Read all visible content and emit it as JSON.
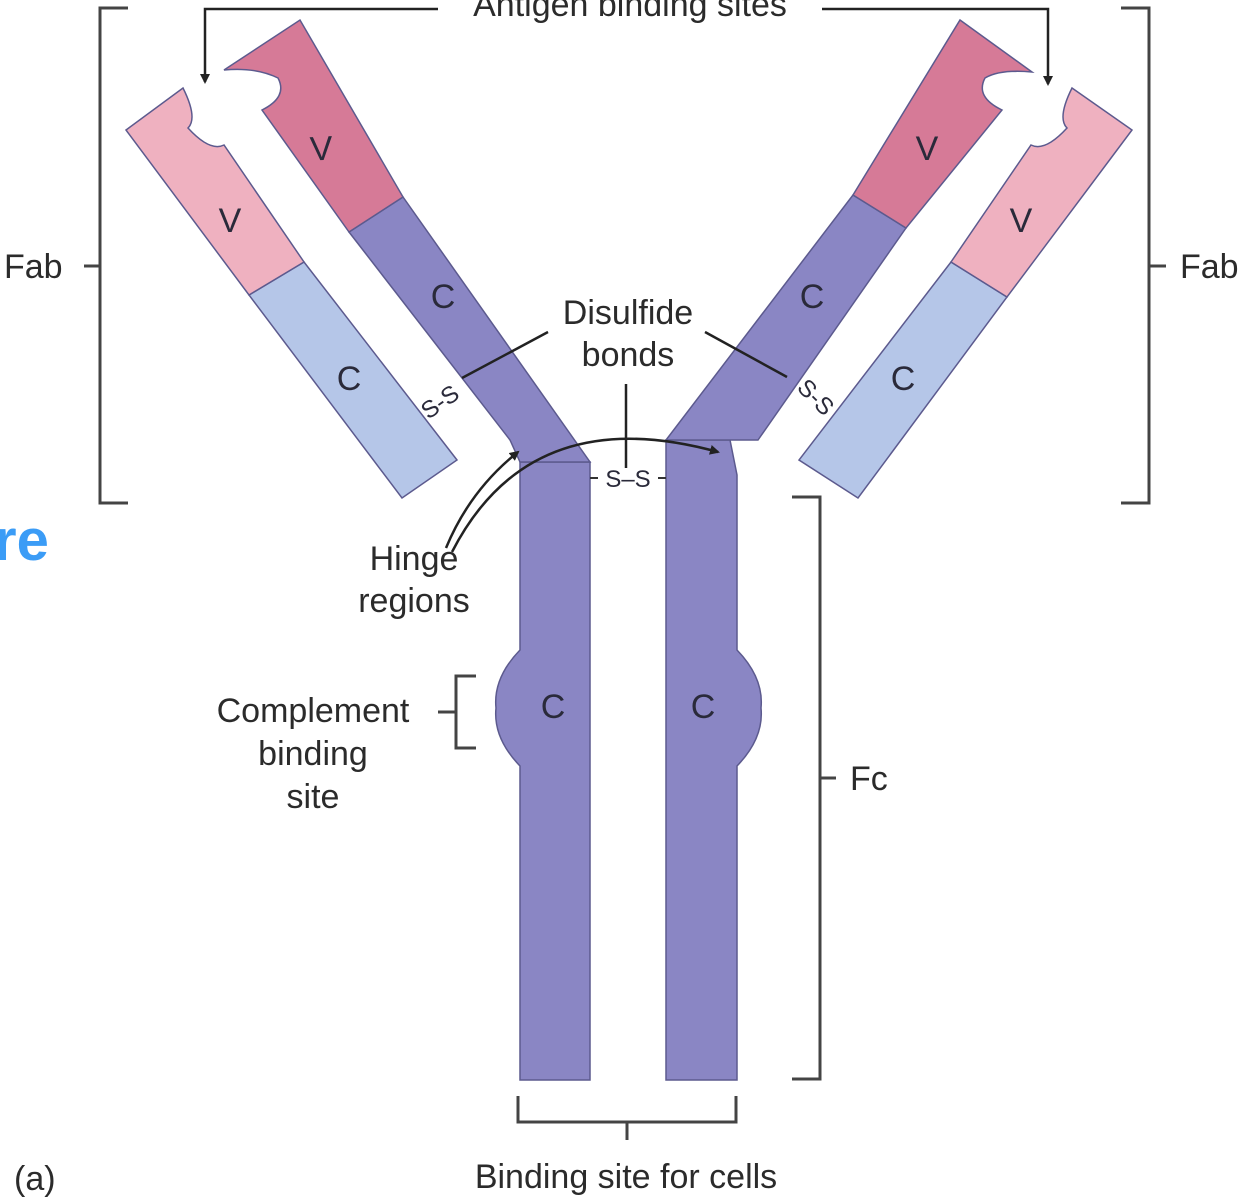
{
  "labels": {
    "antigen_binding_sites": "Antigen binding sites",
    "fab_left": "Fab",
    "fab_right": "Fab",
    "disulfide_line1": "Disulfide",
    "disulfide_line2": "bonds",
    "hinge_line1": "Hinge",
    "hinge_line2": "regions",
    "complement_line1": "Complement",
    "complement_line2": "binding",
    "complement_line3": "site",
    "fc": "Fc",
    "binding_site_cells": "Binding site for cells",
    "panel": "(a)",
    "side_partial": "re"
  },
  "segments": {
    "variable": "V",
    "constant": "C"
  },
  "bonds": {
    "ss_left": "S-S",
    "ss_right": "S-S",
    "ss_center": "S–S"
  },
  "colors": {
    "heavy_constant": "#8a86c4",
    "heavy_variable": "#d67a97",
    "light_constant": "#b5c6e8",
    "light_variable": "#efb1c0",
    "outline": "#5c5a8e",
    "side_text": "#3b9cf6"
  }
}
